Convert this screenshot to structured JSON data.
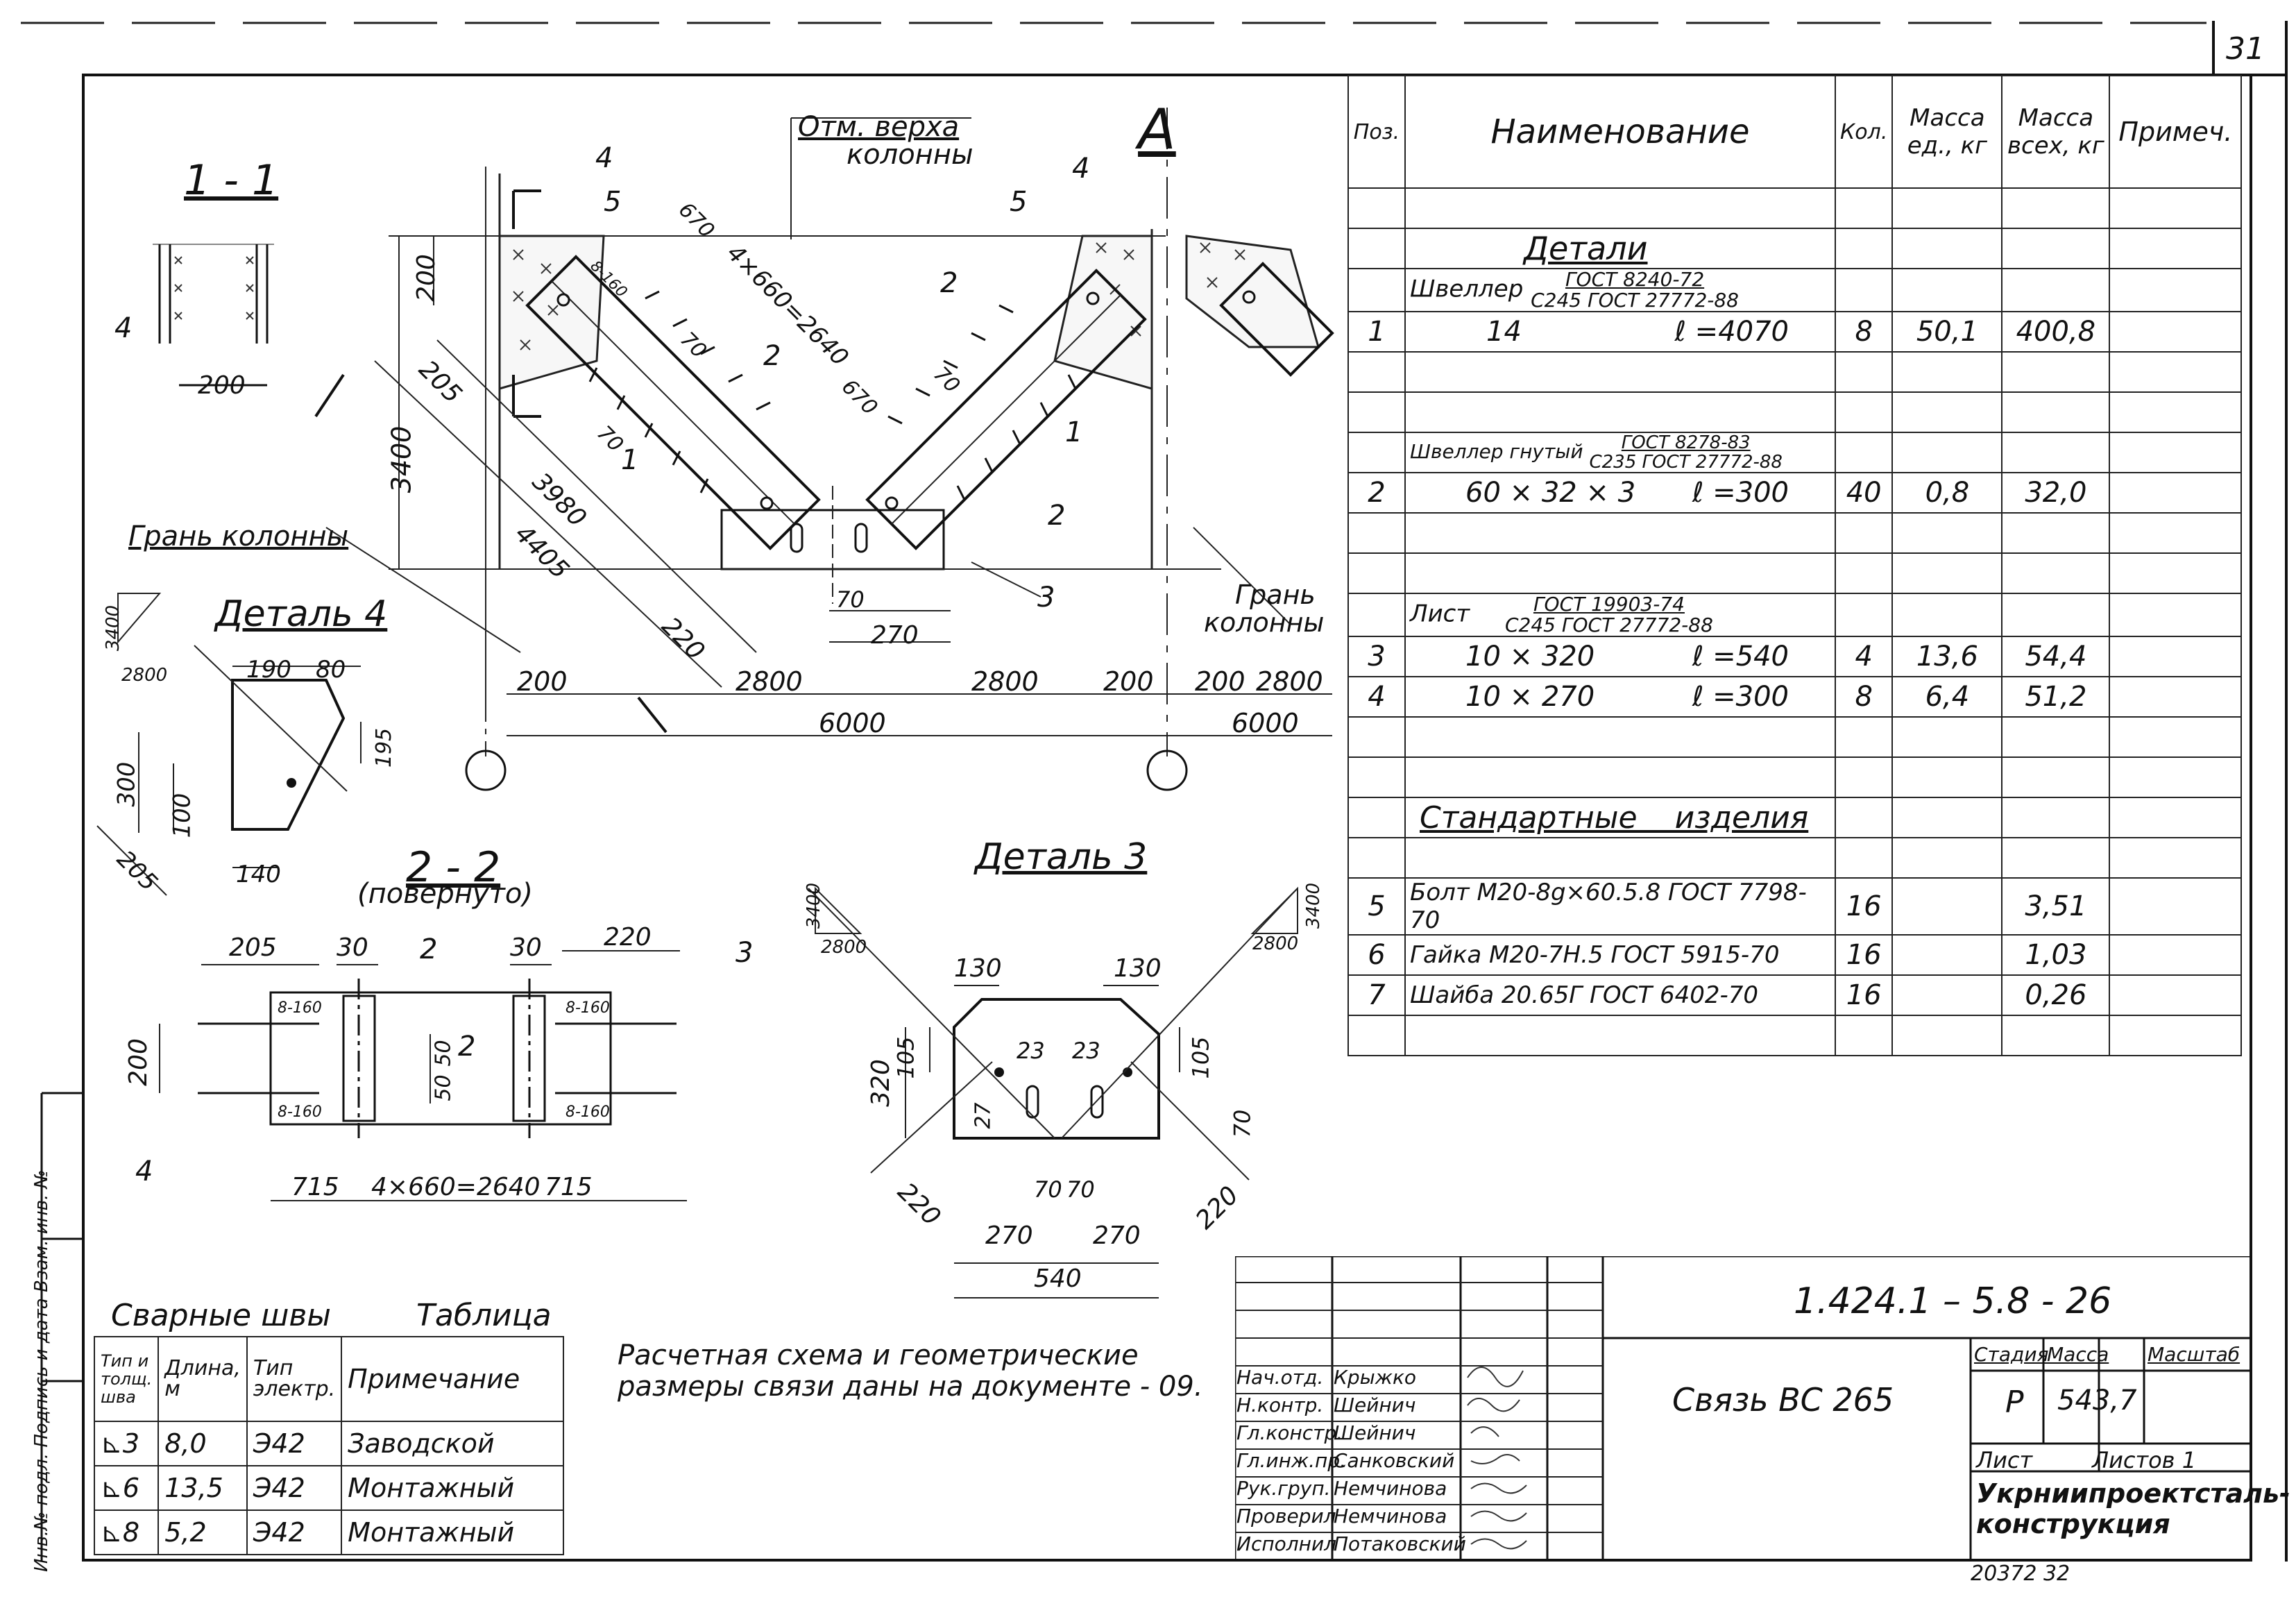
{
  "sheet_number": "31",
  "spec_table": {
    "headers": [
      "Поз.",
      "Наименование",
      "Кол.",
      "Масса ед., кг",
      "Масса всех, кг",
      "Примеч."
    ],
    "section_details": "Детали",
    "section_standard": "Стандартные изделия",
    "group1_name": "Швеллер",
    "group1_std_top": "ГОСТ 8240-72",
    "group1_std_bottom": "С245 ГОСТ 27772-88",
    "group2_name": "Швеллер гнутый",
    "group2_std_top": "ГОСТ 8278-83",
    "group2_std_bottom": "С235 ГОСТ 27772-88",
    "group3_name": "Лист",
    "group3_std_top": "ГОСТ 19903-74",
    "group3_std_bottom": "С245 ГОСТ 27772-88",
    "rows": [
      {
        "pos": "1",
        "name": "14",
        "len": "ℓ =4070",
        "qty": "8",
        "unit": "50,1",
        "total": "400,8"
      },
      {
        "pos": "2",
        "name": "60 × 32 × 3",
        "len": "ℓ =300",
        "qty": "40",
        "unit": "0,8",
        "total": "32,0"
      },
      {
        "pos": "3",
        "name": "10 × 320",
        "len": "ℓ =540",
        "qty": "4",
        "unit": "13,6",
        "total": "54,4"
      },
      {
        "pos": "4",
        "name": "10 × 270",
        "len": "ℓ =300",
        "qty": "8",
        "unit": "6,4",
        "total": "51,2"
      },
      {
        "pos": "5",
        "name": "Болт М20-8g×60.5.8 ГОСТ 7798-70",
        "len": "",
        "qty": "16",
        "unit": "",
        "total": "3,51"
      },
      {
        "pos": "6",
        "name": "Гайка М20-7Н.5 ГОСТ 5915-70",
        "len": "",
        "qty": "16",
        "unit": "",
        "total": "1,03"
      },
      {
        "pos": "7",
        "name": "Шайба 20.65Г ГОСТ 6402-70",
        "len": "",
        "qty": "16",
        "unit": "",
        "total": "0,26"
      }
    ]
  },
  "title_block": {
    "doc_code": "1.424.1 – 5.8 - 26",
    "title": "Связь ВС 265",
    "stage_label": "Стадия",
    "mass_label": "Масса",
    "scale_label": "Масштаб",
    "stage": "Р",
    "mass": "543,7",
    "sheet_label": "Лист",
    "sheets_label": "Листов 1",
    "org": "Укрниипроектсталь-конструкция",
    "bottom_code": "20372   32",
    "people": [
      {
        "role": "Нач.отд.",
        "name": "Крыжко"
      },
      {
        "role": "Н.контр.",
        "name": "Шейнич"
      },
      {
        "role": "Гл.констр.",
        "name": "Шейнич"
      },
      {
        "role": "Гл.инж.пр.",
        "name": "Санковский"
      },
      {
        "role": "Рук.груп.",
        "name": "Немчинова"
      },
      {
        "role": "Проверил",
        "name": "Немчинова"
      },
      {
        "role": "Исполнил",
        "name": "Потаковский"
      }
    ]
  },
  "weld_table": {
    "title": "Сварные швы",
    "title_right": "Таблица",
    "headers": [
      "Тип и толщ. шва",
      "Длина, м",
      "Тип электр.",
      "Примечание"
    ],
    "rows": [
      {
        "type": "3",
        "len": "8,0",
        "el": "Э42",
        "note": "Заводской"
      },
      {
        "type": "6",
        "len": "13,5",
        "el": "Э42",
        "note": "Монтажный"
      },
      {
        "type": "8",
        "len": "5,2",
        "el": "Э42",
        "note": "Монтажный"
      }
    ]
  },
  "note_text_1": "Расчетная схема и геометрические",
  "note_text_2": "размеры связи даны на документе - 09.",
  "side_stamp": "Инв.№ подл.   Подпись и дата   Взам. инв. №",
  "drawing_labels": {
    "section_1": "1 - 1",
    "section_2": "2 - 2",
    "section_2_note": "(повернуто)",
    "detail_4": "Деталь 4",
    "detail_3": "Деталь 3",
    "top_of_column_1": "Отм. верха",
    "top_of_column_2": "колонны",
    "column_face": "Грань колонны",
    "column_face_r1": "Грань",
    "column_face_r2": "колонны",
    "axis": "А",
    "dims_main": [
      "200",
      "2800",
      "2800",
      "200",
      "200",
      "2800",
      "6000",
      "6000",
      "3400",
      "200",
      "205",
      "3980",
      "4405",
      "220",
      "670",
      "4×660=2640",
      "670",
      "70",
      "70",
      "70",
      "70",
      "270",
      "8-160"
    ],
    "dims_s11": [
      "200"
    ],
    "dims_d4": [
      "3400",
      "2800",
      "190",
      "80",
      "195",
      "300",
      "100",
      "140",
      "205"
    ],
    "dims_s22": [
      "205",
      "30",
      "30",
      "220",
      "200",
      "50",
      "50",
      "715",
      "4×660=2640",
      "715",
      "8-160"
    ],
    "dims_d3": [
      "3400",
      "2800",
      "3400",
      "2800",
      "130",
      "130",
      "320",
      "105",
      "105",
      "23",
      "23",
      "27",
      "70",
      "70",
      "70",
      "270",
      "270",
      "220",
      "220",
      "540"
    ],
    "pos_callouts": [
      "1",
      "2",
      "3",
      "4",
      "5"
    ]
  }
}
